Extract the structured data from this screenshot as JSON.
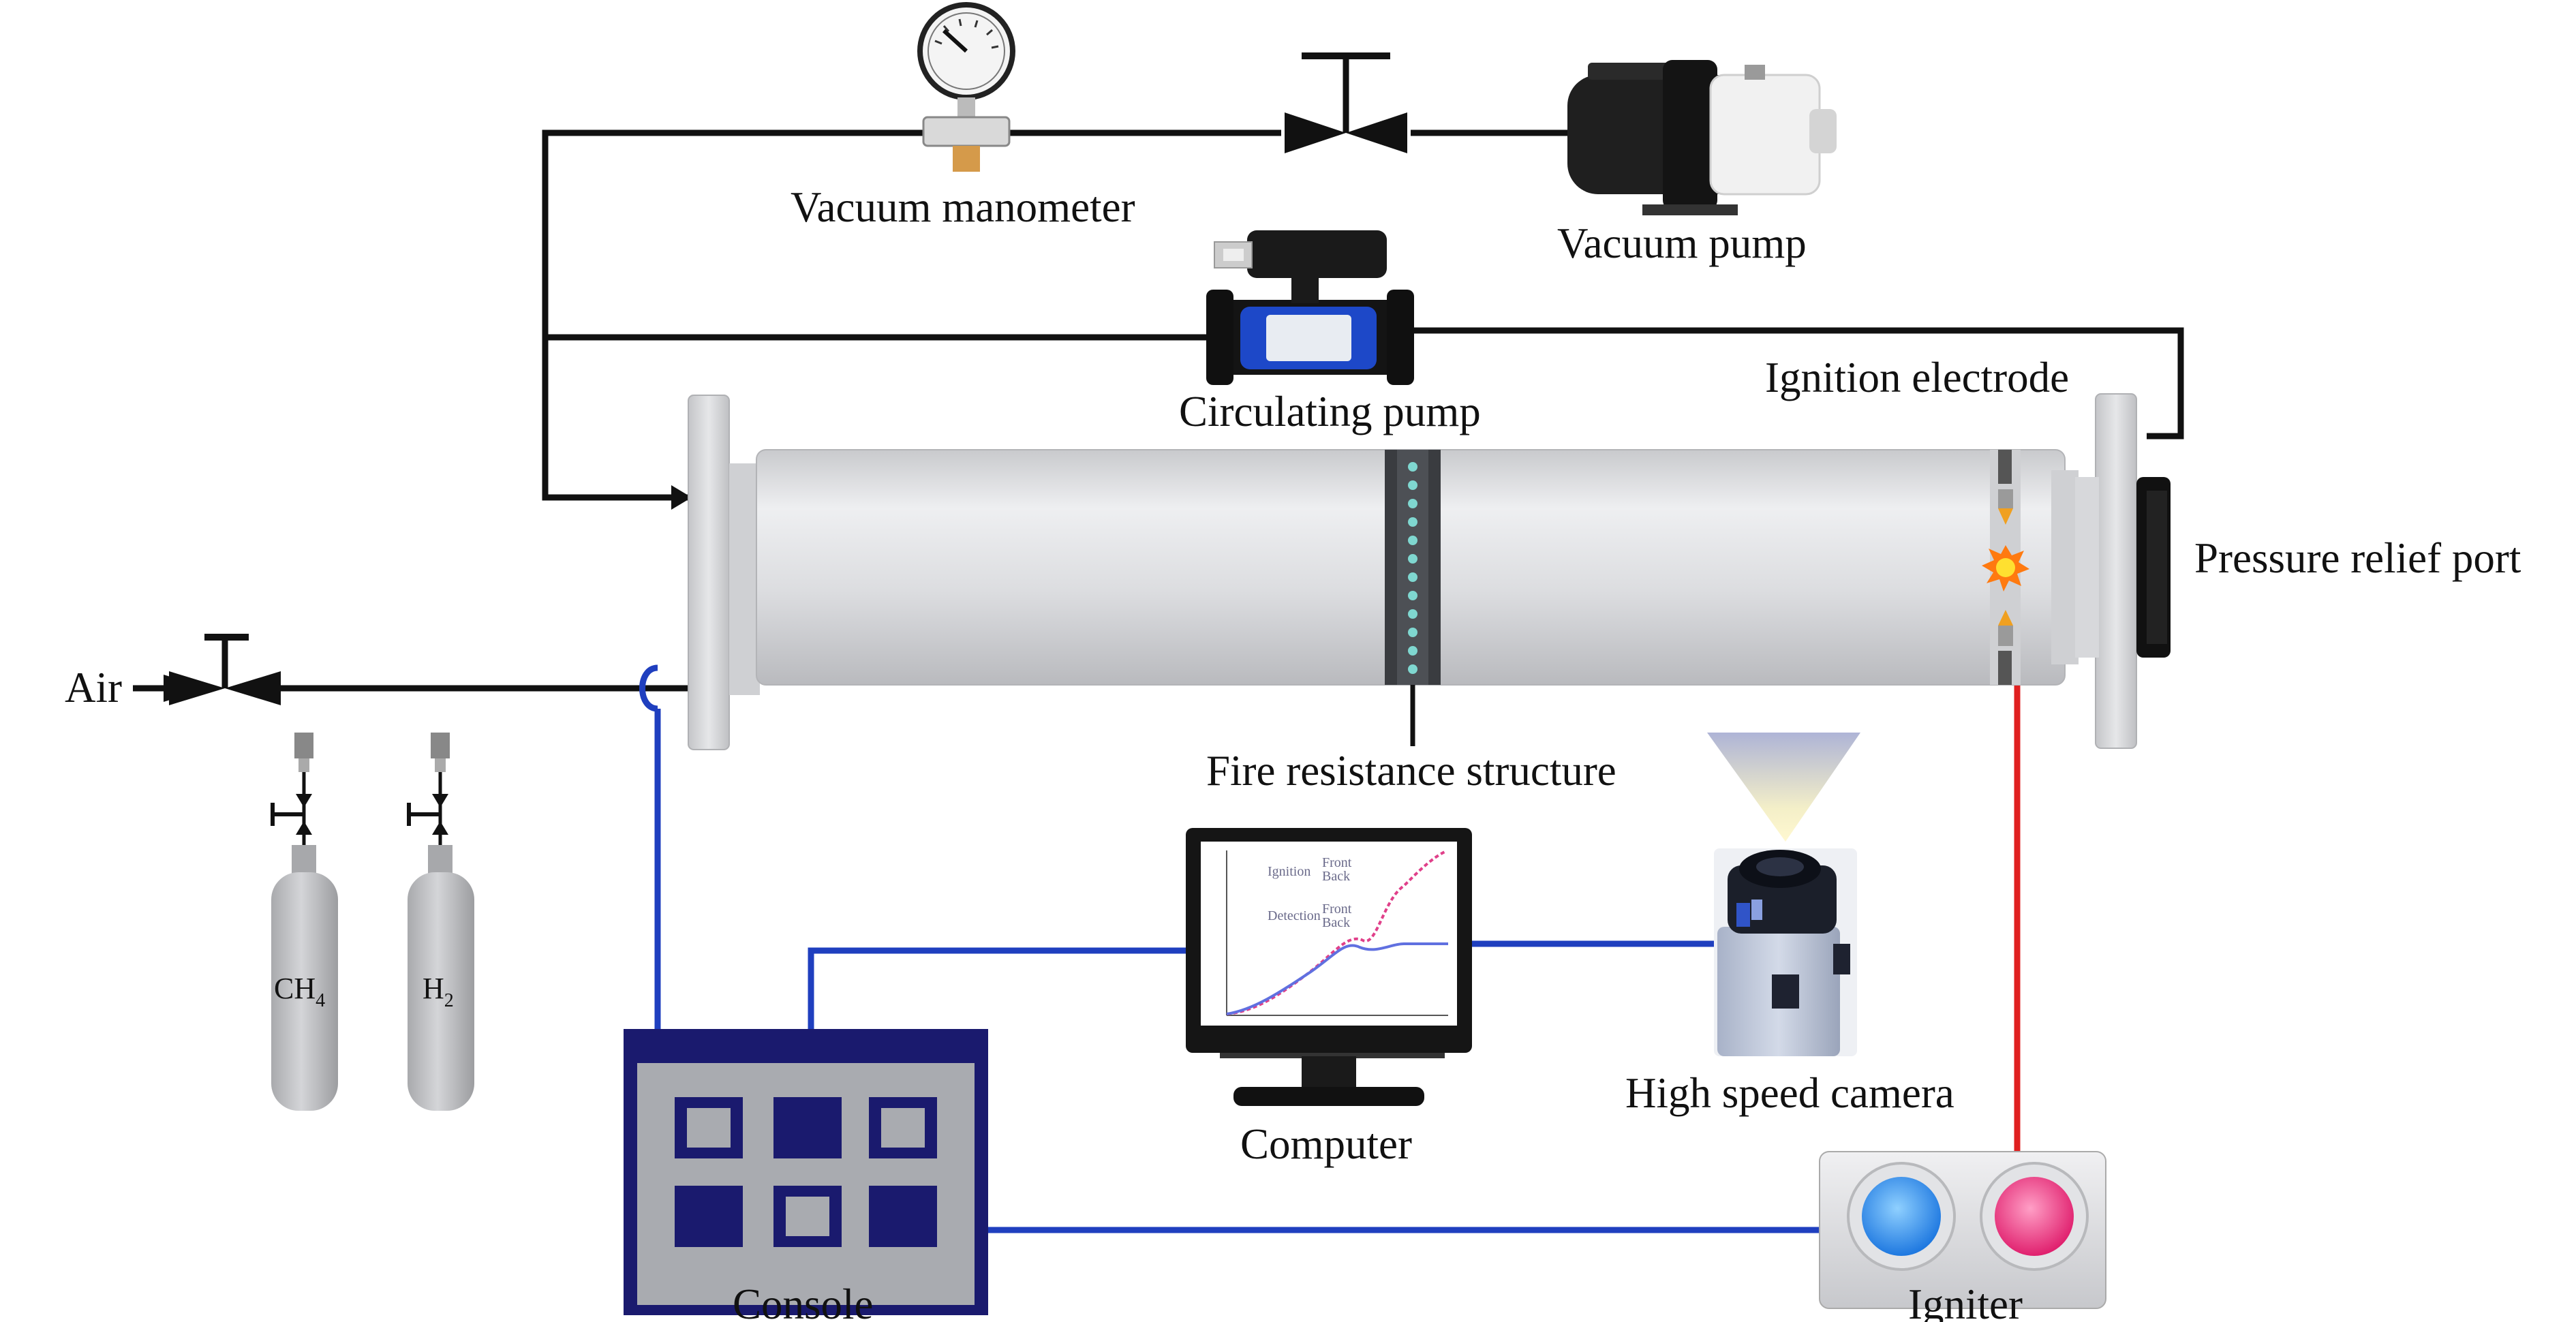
{
  "labels": {
    "vacuum_manometer": "Vacuum manometer",
    "vacuum_pump": "Vacuum pump",
    "circulating_pump": "Circulating pump",
    "ignition_electrode": "Ignition electrode",
    "pressure_relief_port": "Pressure relief port",
    "air": "Air",
    "fire_resistance_structure": "Fire resistance structure",
    "high_speed_camera": "High speed camera",
    "computer": "Computer",
    "console": "Console",
    "igniter": "Igniter"
  },
  "cylinders": {
    "ch4": {
      "base": "CH",
      "sub": "4"
    },
    "h2": {
      "base": "H",
      "sub": "2"
    }
  },
  "monitor_plot": {
    "legend_top_title": "Ignition",
    "legend_bottom_title": "Detection",
    "series": [
      "Front",
      "Back"
    ]
  },
  "colors": {
    "gas_line": "#111111",
    "signal_line": "#1f3fbf",
    "ignition_line": "#e02020",
    "console_body": "#1a1a6e",
    "tube_body": "#d8d9dc"
  }
}
